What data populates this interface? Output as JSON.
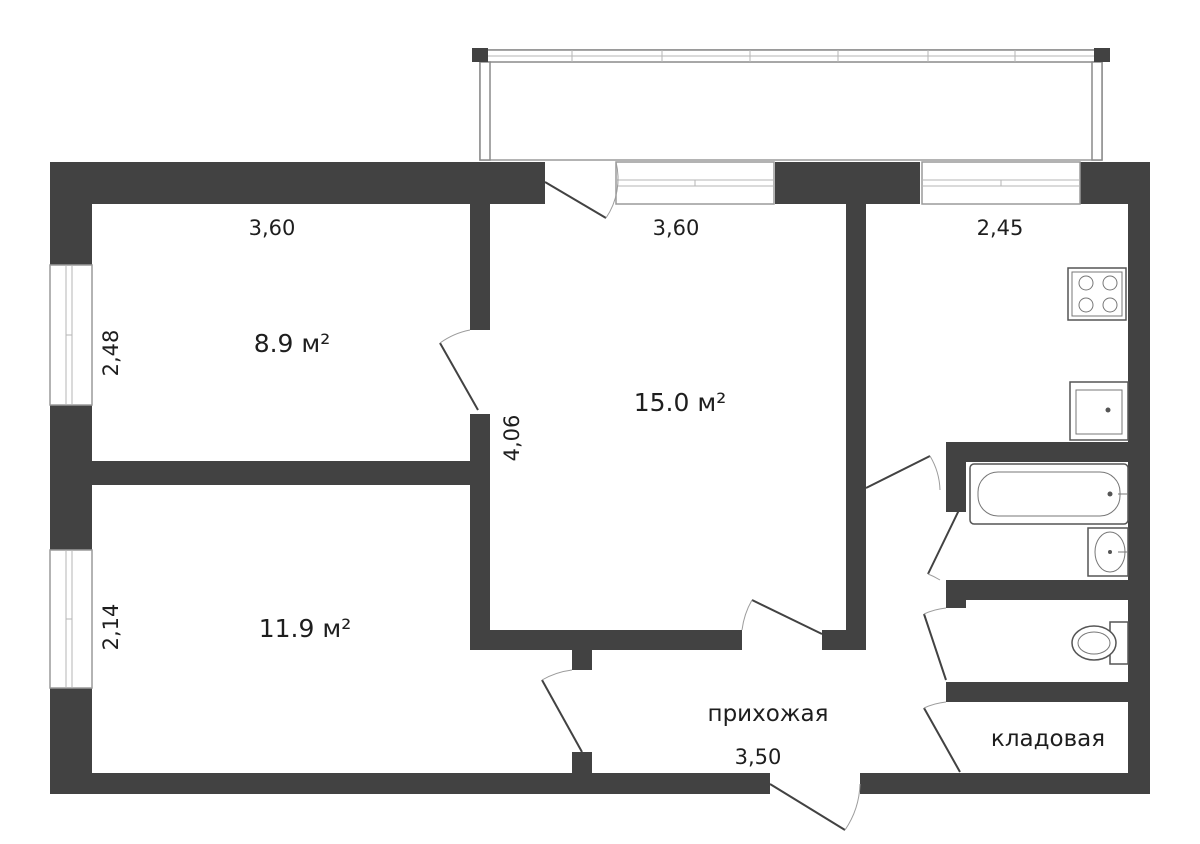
{
  "rooms": [
    {
      "id": "room1",
      "area": "8.9 м²",
      "width": "3,60",
      "height": "2,48"
    },
    {
      "id": "room2",
      "area": "15.0 м²",
      "width": "3,60",
      "height": "4,06"
    },
    {
      "id": "room3",
      "area": "11.9 м²",
      "height": "2,14"
    },
    {
      "id": "kitchen",
      "width": "2,45"
    },
    {
      "id": "hallway",
      "name": "прихожая",
      "width": "3,50"
    },
    {
      "id": "storage",
      "name": "кладовая"
    }
  ]
}
